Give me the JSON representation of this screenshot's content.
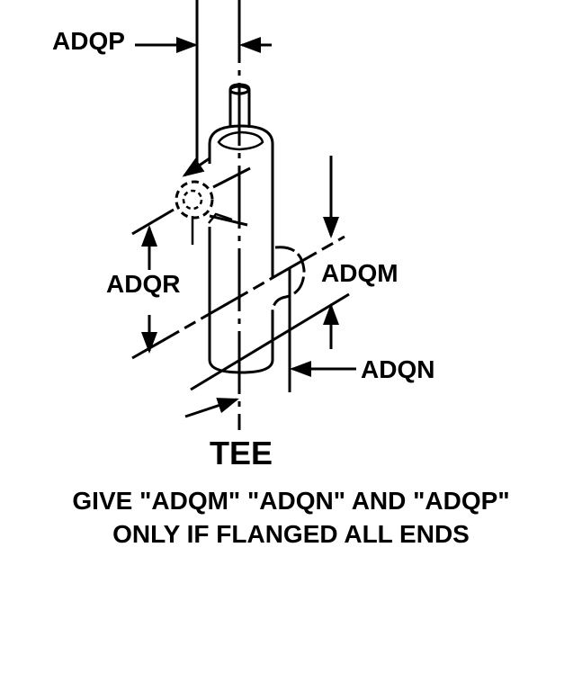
{
  "labels": {
    "adqp": "ADQP",
    "adqr": "ADQR",
    "adqm": "ADQM",
    "adqn": "ADQN"
  },
  "title": "TEE",
  "notes": [
    "GIVE \"ADQM\" \"ADQN\" AND \"ADQP\"",
    "ONLY IF FLANGED ALL ENDS"
  ],
  "colors": {
    "ink": "#000000",
    "background": "#ffffff"
  }
}
